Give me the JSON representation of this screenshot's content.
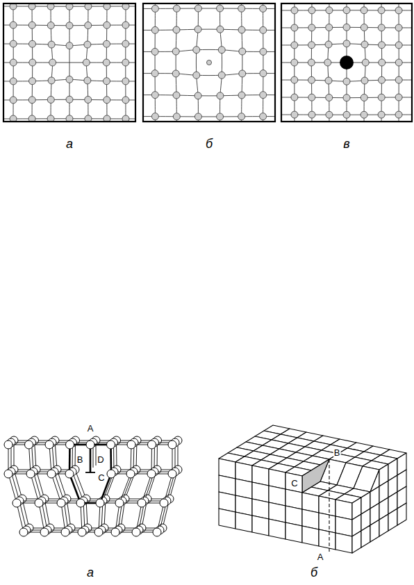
{
  "diagram": {
    "labels": [
      "а",
      "б",
      "в",
      "A",
      "B",
      "D",
      "C",
      "а",
      "б",
      "C",
      "B",
      "A"
    ]
  }
}
